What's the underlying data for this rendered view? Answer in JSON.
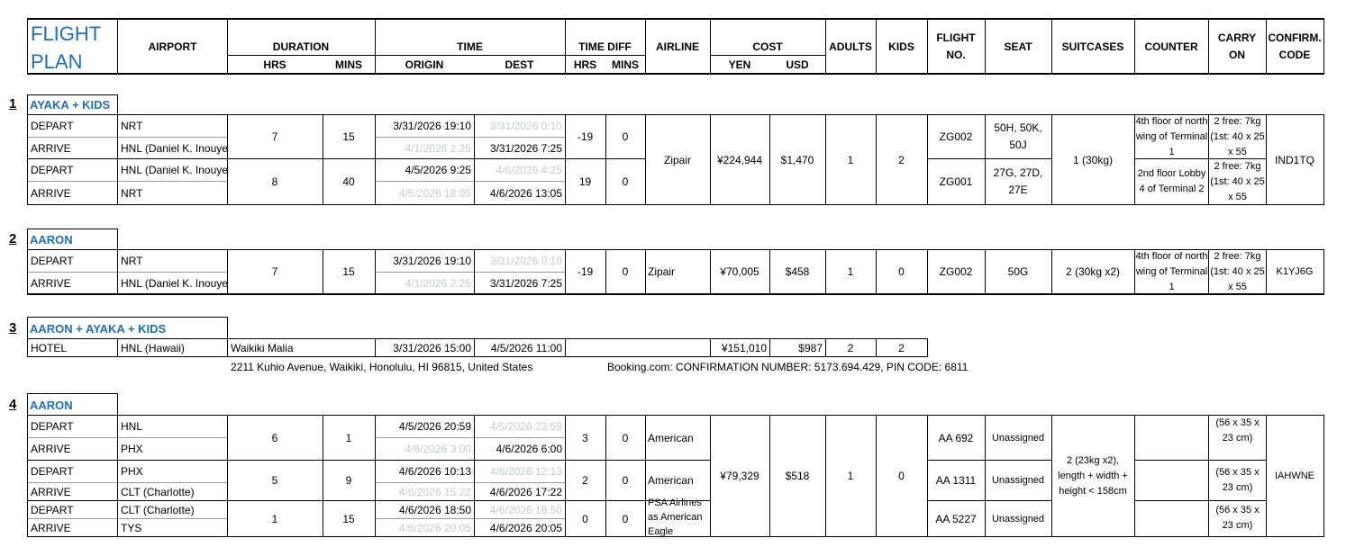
{
  "header": {
    "title": "FLIGHT PLAN",
    "airport": "AIRPORT",
    "duration": "DURATION",
    "hrs": "HRS",
    "mins": "MINS",
    "time": "TIME",
    "origin": "ORIGIN",
    "dest": "DEST",
    "time_diff": "TIME DIFF",
    "td_hrs": "HRS",
    "td_mins": "MINS",
    "airline": "AIRLINE",
    "cost": "COST",
    "yen": "YEN",
    "usd": "USD",
    "adults": "ADULTS",
    "kids": "KIDS",
    "flight_no": "FLIGHT NO.",
    "seat": "SEAT",
    "suitcases": "SUITCASES",
    "counter": "COUNTER",
    "carry_on": "CARRY ON",
    "confirm_code": "CONFIRM. CODE"
  },
  "s1": {
    "num": "1",
    "title": "AYAKA + KIDS",
    "rows": [
      {
        "type": "DEPART",
        "airport": "NRT",
        "origin": "3/31/2026 19:10",
        "dest": "3/31/2026 0:10"
      },
      {
        "type": "ARRIVE",
        "airport": "HNL (Daniel K. Inouye)",
        "origin": "4/1/2026 2:25",
        "dest": "3/31/2026 7:25"
      },
      {
        "type": "DEPART",
        "airport": "HNL (Daniel K. Inouye)",
        "origin": "4/5/2026 9:25",
        "dest": "4/6/2026 4:25"
      },
      {
        "type": "ARRIVE",
        "airport": "NRT",
        "origin": "4/5/2026 18:05",
        "dest": "4/6/2026 13:05"
      }
    ],
    "leg1": {
      "hrs": "7",
      "mins": "15",
      "td_hrs": "-19",
      "td_mins": "0",
      "flight": "ZG002",
      "seat": "50H, 50K, 50J",
      "counter": "4th floor of north wing of Terminal 1",
      "carry": "2 free: 7kg (1st: 40 x 25 x 55"
    },
    "leg2": {
      "hrs": "8",
      "mins": "40",
      "td_hrs": "19",
      "td_mins": "0",
      "flight": "ZG001",
      "seat": "27G, 27D, 27E",
      "counter": "2nd floor Lobby 4 of Terminal 2",
      "carry": "2 free: 7kg (1st: 40 x 25 x 55"
    },
    "airline": "Zipair",
    "yen": "¥224,944",
    "usd": "$1,470",
    "adults": "1",
    "kids": "2",
    "suitcases": "1 (30kg)",
    "code": "IND1TQ"
  },
  "s2": {
    "num": "2",
    "title": "AARON",
    "rows": [
      {
        "type": "DEPART",
        "airport": "NRT",
        "origin": "3/31/2026 19:10",
        "dest": "3/31/2026 0:10"
      },
      {
        "type": "ARRIVE",
        "airport": "HNL (Daniel K. Inouye)",
        "origin": "4/1/2026 2:25",
        "dest": "3/31/2026 7:25"
      }
    ],
    "hrs": "7",
    "mins": "15",
    "td_hrs": "-19",
    "td_mins": "0",
    "airline": "Zipair",
    "yen": "¥70,005",
    "usd": "$458",
    "adults": "1",
    "kids": "0",
    "flight": "ZG002",
    "seat": "50G",
    "suitcases": "2 (30kg x2)",
    "counter": "4th floor of north wing of Terminal 1",
    "carry": "2 free: 7kg (1st: 40 x 25 x 55",
    "code": "K1YJ6G"
  },
  "s3": {
    "num": "3",
    "title": "AARON + AYAKA + KIDS",
    "type": "HOTEL",
    "airport": "HNL (Hawaii)",
    "name": "Waikiki Malia",
    "origin": "3/31/2026 15:00",
    "dest": "4/5/2026 11:00",
    "yen": "¥151,010",
    "usd": "$987",
    "adults": "2",
    "kids": "2",
    "address": "2211 Kuhio Avenue, Waikiki, Honolulu, HI 96815, United States",
    "booking": "Booking.com: CONFIRMATION NUMBER: 5173.694.429, PIN CODE: 6811"
  },
  "s4": {
    "num": "4",
    "title": "AARON",
    "rows": [
      {
        "type": "DEPART",
        "airport": "HNL",
        "origin": "4/5/2026 20:59",
        "dest": "4/5/2026 23:59"
      },
      {
        "type": "ARRIVE",
        "airport": "PHX",
        "origin": "4/6/2026 3:00",
        "dest": "4/6/2026 6:00"
      },
      {
        "type": "DEPART",
        "airport": "PHX",
        "origin": "4/6/2026 10:13",
        "dest": "4/6/2026 12:13"
      },
      {
        "type": "ARRIVE",
        "airport": "CLT (Charlotte)",
        "origin": "4/6/2026 15:22",
        "dest": "4/6/2026 17:22"
      },
      {
        "type": "DEPART",
        "airport": "CLT (Charlotte)",
        "origin": "4/6/2026 18:50",
        "dest": "4/6/2026 18:50"
      },
      {
        "type": "ARRIVE",
        "airport": "TYS",
        "origin": "4/6/2026 20:05",
        "dest": "4/6/2026 20:05"
      }
    ],
    "legs": [
      {
        "hrs": "6",
        "mins": "1",
        "td_hrs": "3",
        "td_mins": "0",
        "airline": "American",
        "flight": "AA 692",
        "seat": "Unassigned",
        "carry": "(56 x 35 x 23 cm)"
      },
      {
        "hrs": "5",
        "mins": "9",
        "td_hrs": "2",
        "td_mins": "0",
        "airline": "American",
        "flight": "AA 1311",
        "seat": "Unassigned",
        "carry": "(56 x 35 x 23 cm)"
      },
      {
        "hrs": "1",
        "mins": "15",
        "td_hrs": "0",
        "td_mins": "0",
        "airline": "PSA Airlines as American Eagle",
        "flight": "AA 5227",
        "seat": "Unassigned",
        "carry": "(56 x 35 x 23 cm)"
      }
    ],
    "yen": "¥79,329",
    "usd": "$518",
    "adults": "1",
    "kids": "0",
    "suitcases": "2 (23kg x2), length + width + height < 158cm",
    "code": "IAHWNE"
  }
}
